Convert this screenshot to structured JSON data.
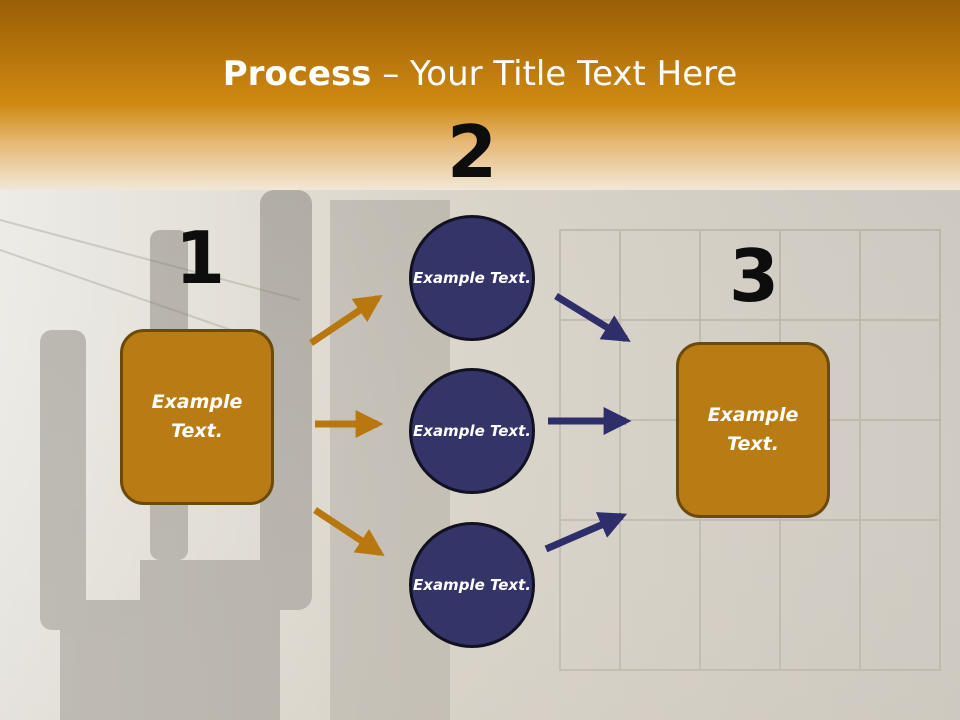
{
  "title": {
    "bold": "Process",
    "rest": " – Your Title Text Here"
  },
  "steps": {
    "one": "1",
    "two": "2",
    "three": "3"
  },
  "left_box": "Example Text.",
  "circles": [
    "Example Text.",
    "Example Text.",
    "Example Text."
  ],
  "right_box": "Example Text.",
  "colors": {
    "box": "#b97c14",
    "circle": "#343468",
    "orange_arrow": "#b9780f",
    "blue_arrow": "#2e2e6a",
    "header": "#c8800c"
  }
}
